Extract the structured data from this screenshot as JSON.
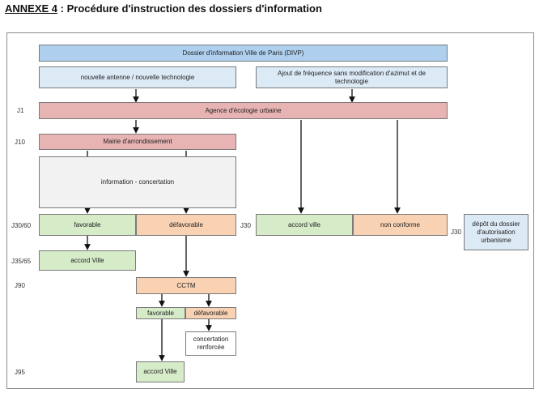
{
  "title": {
    "annex": "ANNEXE 4",
    "rest": " : Procédure d'instruction des dossiers d'information"
  },
  "boxes": {
    "divp": "Dossier d'information Ville de Paris (DIVP)",
    "nouvelle": "nouvelle antenne / nouvelle technologie",
    "ajout": "Ajout de fréquence sans modification d'azimut et de technologie",
    "agence": "Agence d'écologie urbaine",
    "mairie": "Mairie d'arrondissement",
    "information": "information - concertation",
    "favorable": "favorable",
    "defavorable": "défavorable",
    "accord_ville_right": "accord ville",
    "non_conforme": "non conforme",
    "depot": "dépôt du dossier d'autorisation urbanisme",
    "accord_ville_left": "accord Ville",
    "cctm": "CCTM",
    "favorable2": "favorable",
    "defavorable2": "défavorable",
    "concertation": "concertation renforcée",
    "accord_ville_final": "accord Ville"
  },
  "days": {
    "j1": "J1",
    "j10": "J10",
    "j30_60": "J30/60",
    "j35_65": "J35/65",
    "j90": "J90",
    "j95": "J95",
    "j30_mid": "J30",
    "j30_right": "J30"
  }
}
